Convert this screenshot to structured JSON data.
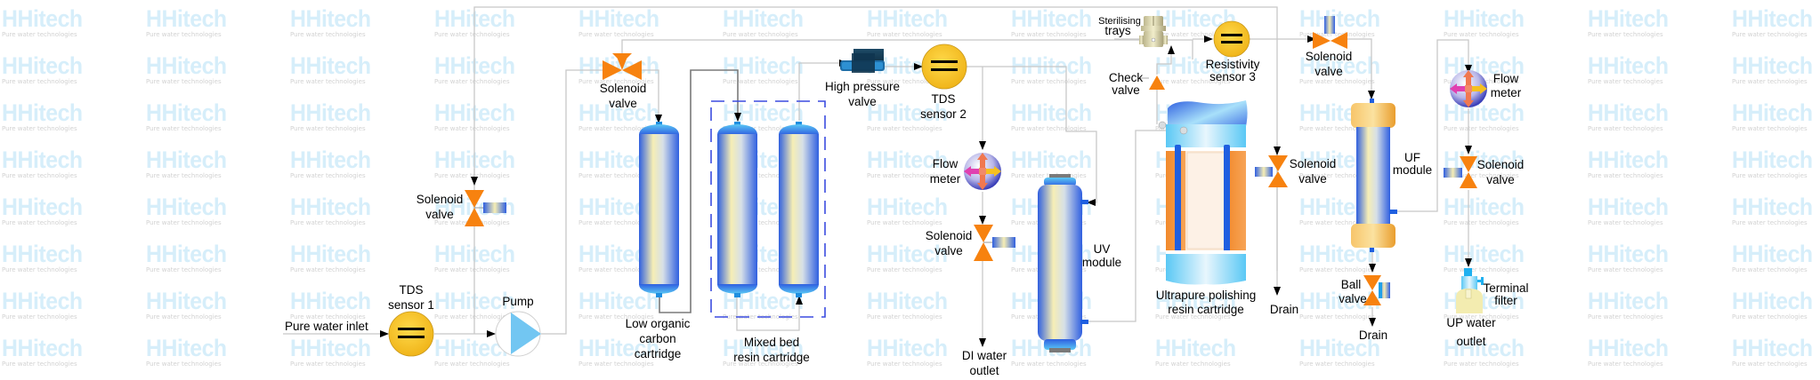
{
  "watermark": {
    "brand": "HHitech",
    "tagline": "Pure water technologies",
    "color_brand": "#d6eefa",
    "color_tagline": "#d2d2d2"
  },
  "colors": {
    "valve_orange": "#f7820f",
    "sensor_yellow": "#f5c52a",
    "pump_blue": "#72c6f2",
    "cartridge_blue": "#2f5fe0",
    "cartridge_cream": "#f6eeb5",
    "uf_gold": "#f3b24c",
    "resin_orange": "#f28a2c",
    "pipe_gray": "#c8c8c8",
    "dashed_box": "#3b4ce0"
  },
  "components": {
    "inlet": {
      "label": "Pure water inlet"
    },
    "tds1": {
      "line1": "TDS",
      "line2": "sensor 1"
    },
    "pump": {
      "label": "Pump"
    },
    "sol_left": {
      "line1": "Solenoid",
      "line2": "valve"
    },
    "sol_3way": {
      "line1": "Solenoid",
      "line2": "valve"
    },
    "loc": {
      "line1": "Low organic",
      "line2": "carbon",
      "line3": "cartridge"
    },
    "mixed_bed": {
      "line1": "Mixed bed",
      "line2": "resin cartridge"
    },
    "hp_valve": {
      "line1": "High pressure",
      "line2": "valve"
    },
    "tds2": {
      "line1": "TDS",
      "line2": "sensor 2"
    },
    "flow1": {
      "line1": "Flow",
      "line2": "meter"
    },
    "sol_di": {
      "line1": "Solenoid",
      "line2": "valve"
    },
    "di_outlet": {
      "line1": "DI water",
      "line2": "outlet"
    },
    "uv": {
      "line1": "UV",
      "line2": "module"
    },
    "polish": {
      "line1": "Ultrapure polishing",
      "line2": "resin cartridge"
    },
    "check": {
      "line1": "Check",
      "line2": "valve"
    },
    "steril": {
      "line1": "Sterilising",
      "line2": "trays"
    },
    "res3": {
      "line1": "Resistivity",
      "line2": "sensor 3"
    },
    "sol_top": {
      "line1": "Solenoid",
      "line2": "valve"
    },
    "sol_drain": {
      "line1": "Solenoid",
      "line2": "valve"
    },
    "drain1": {
      "label": "Drain"
    },
    "uf": {
      "line1": "UF",
      "line2": "module"
    },
    "ball": {
      "line1": "Ball",
      "line2": "valve"
    },
    "drain2": {
      "label": "Drain"
    },
    "flow2": {
      "line1": "Flow",
      "line2": "meter"
    },
    "sol_up": {
      "line1": "Solenoid",
      "line2": "valve"
    },
    "terminal": {
      "line1": "Terminal",
      "line2": "filter"
    },
    "up_outlet": {
      "line1": "UP water",
      "line2": "outlet"
    }
  }
}
